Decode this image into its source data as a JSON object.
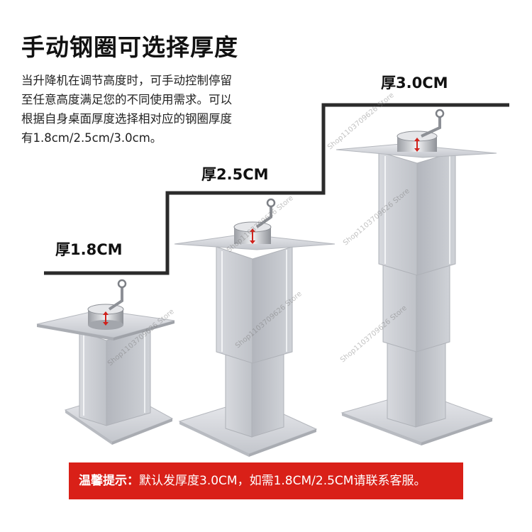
{
  "title": "手动钢圈可选择厚度",
  "description": [
    "当升降机在调节高度时，可手动控制停留",
    "至任意高度满足您的不同使用需求。可以",
    "根据自身桌面厚度选择相对应的钢圈厚度",
    "有1.8cm/2.5cm/3.0cm。"
  ],
  "labels": {
    "thick_18": "厚1.8CM",
    "thick_25": "厚2.5CM",
    "thick_30": "厚3.0CM"
  },
  "notice": {
    "lead": "温馨提示：",
    "text": "默认发厚度3.0CM，如需1.8CM/2.5CM请联系客服。"
  },
  "watermark": "Shop1103709626 Store",
  "colors": {
    "notice_bg": "#d92018",
    "metal": "#c9ccd2",
    "arrow": "#d0221c"
  }
}
